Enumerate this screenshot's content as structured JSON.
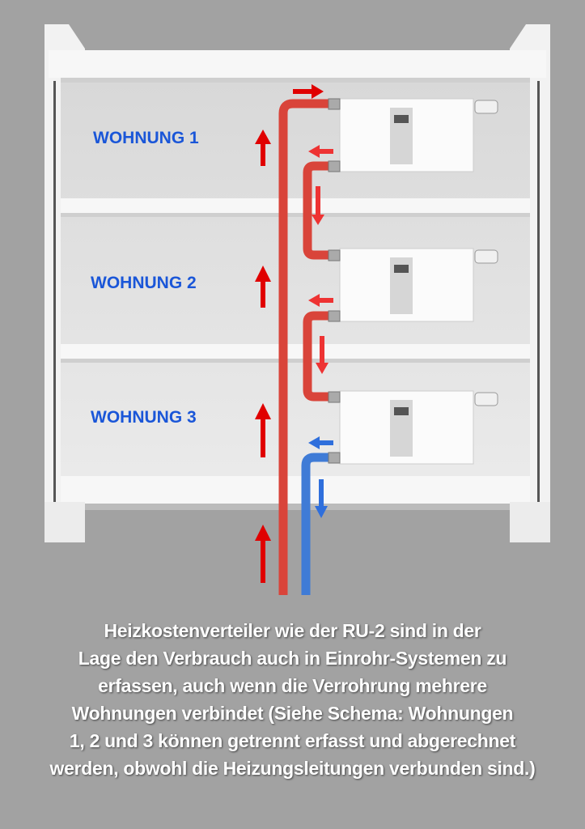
{
  "diagram": {
    "apartments": [
      "WOHNUNG 1",
      "WOHNUNG 2",
      "WOHNUNG 3"
    ],
    "colors": {
      "hot_pipe": "#d9443a",
      "cold_pipe": "#3f7bd6",
      "arrow_red": "#e00000",
      "arrow_blue": "#2f6fdc",
      "label": "#1a56d8"
    }
  },
  "caption": {
    "lines": [
      "Heizkostenverteiler wie der RU-2 sind in der",
      "Lage den Verbrauch auch in Einrohr-Systemen zu",
      "erfassen, auch wenn die Verrohrung mehrere",
      "Wohnungen verbindet (Siehe Schema: Wohnungen",
      "1, 2 und 3 können getrennt erfasst und abgerechnet",
      "werden, obwohl die Heizungsleitungen verbunden sind.)"
    ]
  }
}
